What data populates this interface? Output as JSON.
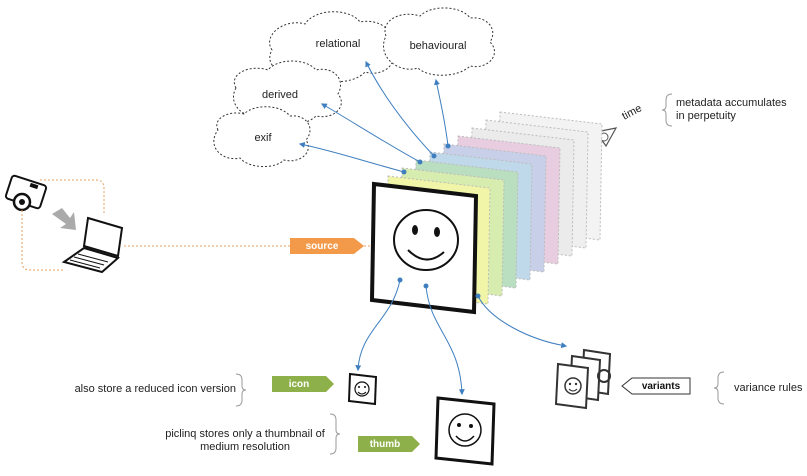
{
  "clouds": {
    "relational": "relational",
    "behavioural": "behavioural",
    "derived": "derived",
    "exif": "exif"
  },
  "time_label": "time",
  "metadata_note": "metadata accumulates in perpetuity",
  "tags": {
    "source": "source",
    "icon": "icon",
    "thumb": "thumb",
    "variants": "variants"
  },
  "notes": {
    "icon": "also store a reduced icon version",
    "thumb": "piclinq stores only a thumbnail of medium resolution",
    "variants": "variance rules"
  },
  "colors": {
    "source_tag": "#f39a4a",
    "icon_tag": "#8db04a",
    "thumb_tag": "#8db04a",
    "connector": "#3f7fbf",
    "dashed_line": "#e8a060"
  },
  "layer_colors": [
    "#f1f5a8",
    "#d7edb0",
    "#b9dec0",
    "#c0d9ea",
    "#c8cfe8",
    "#e8cde0",
    "#ebebeb",
    "#efefef",
    "#f3f3f3"
  ]
}
